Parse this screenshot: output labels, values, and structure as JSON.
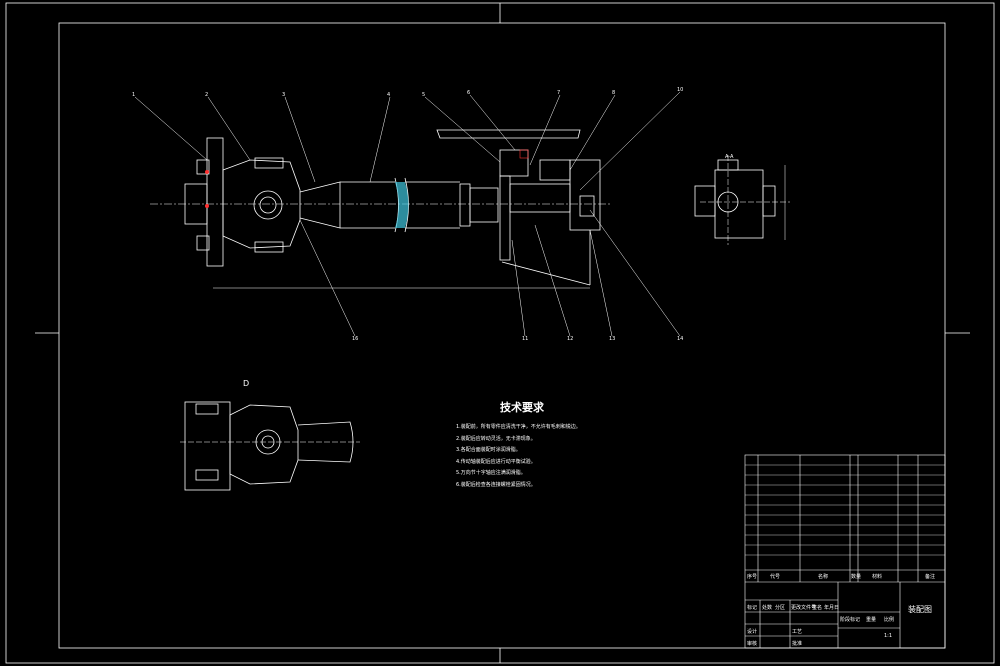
{
  "drawing": {
    "balloons": [
      "1",
      "2",
      "3",
      "4",
      "5",
      "6",
      "7",
      "8",
      "10",
      "11",
      "12",
      "13",
      "14",
      "16"
    ],
    "view_labels": {
      "detail": "D",
      "section": "A-A"
    },
    "dimension_total": "—"
  },
  "tech_requirements": {
    "title": "技术要求",
    "items": [
      "1.装配前，所有零件应清洗干净，不允许有毛刺和锐边。",
      "2.装配后应转动灵活，无卡滞现象。",
      "3.各配合面装配时涂润滑脂。",
      "4.传动轴装配后应进行动平衡试验。",
      "5.万向节十字轴应注满润滑脂。",
      "6.装配后检查各连接螺栓紧固情况。"
    ]
  },
  "title_block": {
    "drawing_name": "装配图",
    "header_labels": [
      "序号",
      "代号",
      "名称",
      "数量",
      "材料",
      "备注"
    ],
    "footer_labels": [
      "标记",
      "处数",
      "分区",
      "更改文件号",
      "签名",
      "年月日",
      "设计",
      "审核",
      "工艺",
      "批准",
      "阶段标记",
      "重量",
      "比例"
    ],
    "scale": "1:1"
  },
  "colors": {
    "line": "#ffffff",
    "accent_red": "#ff3030",
    "accent_cyan": "#40c8e0",
    "dim_magenta": "#e050ff"
  }
}
